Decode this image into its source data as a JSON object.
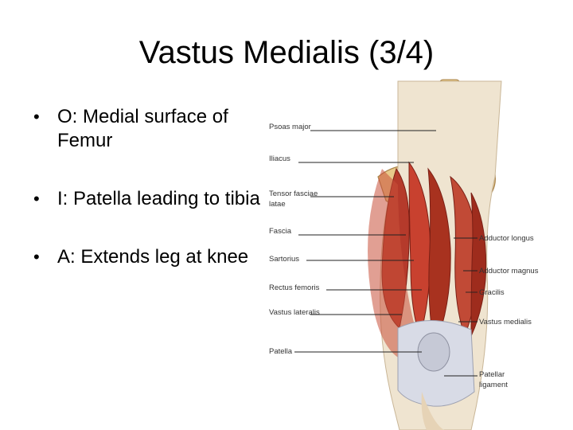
{
  "slide": {
    "title": "Vastus Medialis (3/4)",
    "bullets": [
      "O: Medial surface of Femur",
      "I: Patella leading to tibia",
      "A: Extends leg at knee"
    ]
  },
  "figure": {
    "labels_left": [
      "Psoas major",
      "Iliacus",
      "Tensor fasciae",
      "latae",
      "Fascia",
      "Sartorius",
      "Rectus femoris",
      "Vastus lateralis",
      "Patella"
    ],
    "labels_right": [
      "Adductor longus",
      "Adductor magnus",
      "Gracilis",
      "Vastus medialis",
      "Patellar",
      "ligament"
    ]
  },
  "colors": {
    "muscle": "#c0392b",
    "muscle_dark": "#8e1f14",
    "bone": "#e8c98a",
    "tendon": "#d8dbe6"
  }
}
